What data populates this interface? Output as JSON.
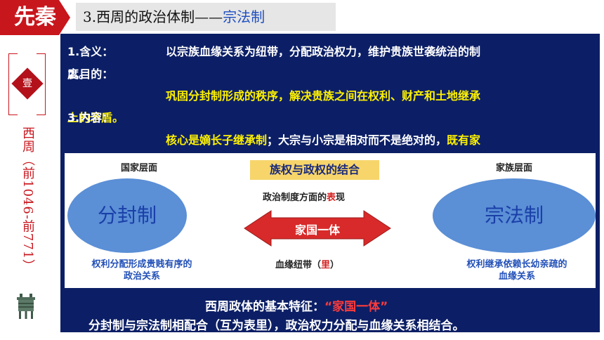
{
  "header": {
    "badge": "先秦",
    "topic_prefix": "3.西周的政治体制——",
    "topic_highlight": "宗法制"
  },
  "sidebar": {
    "seal_char": "壹",
    "era": "西周（前1046-前771）",
    "vessel_icon": "bronze-ding-icon"
  },
  "content": {
    "line1_label": "1.含义：",
    "line1_text": "以宗族血缘关系为纽带，分配政治权力，维护贵族世袭统治的制",
    "line2_a": "度。",
    "line2_b": "2.目的：",
    "line3_text": "巩固分封制形成的秩序，解决贵族之间在权利、财产和土地继承",
    "line4_a": "上的矛盾。",
    "line4_b": "3.内容：",
    "line5_yellow1": "核心是嫡长子继承制",
    "line5_white": "；大宗与小宗是相对而不是绝对的，",
    "line5_yellow2": "既有家"
  },
  "diagram": {
    "left_level": "国家层面",
    "right_level": "家族层面",
    "center_title": "族权与政权的结合",
    "political_prefix": "政治制度方面的",
    "political_highlight": "表",
    "political_suffix": "现",
    "arrow_label": "家国一体",
    "blood_prefix": "血缘纽带（",
    "blood_highlight": "里",
    "blood_suffix": "）",
    "left_ellipse": "分封制",
    "right_ellipse": "宗法制",
    "left_note_1": "权利分配形成贵贱有序的",
    "left_note_2": "政治关系",
    "right_note_1": "权利继承依赖长幼亲疏的",
    "right_note_2": "血缘关系"
  },
  "summary": {
    "feature_prefix": "西周政体的基本特征：",
    "feature_highlight": "“家国一体”",
    "combination": "分封制与宗法制相配合（互为表里），政治权力分配与血缘关系相结合。"
  },
  "colors": {
    "navy": "#0c1f66",
    "red": "#c8161d",
    "yellow": "#fff200"
  }
}
